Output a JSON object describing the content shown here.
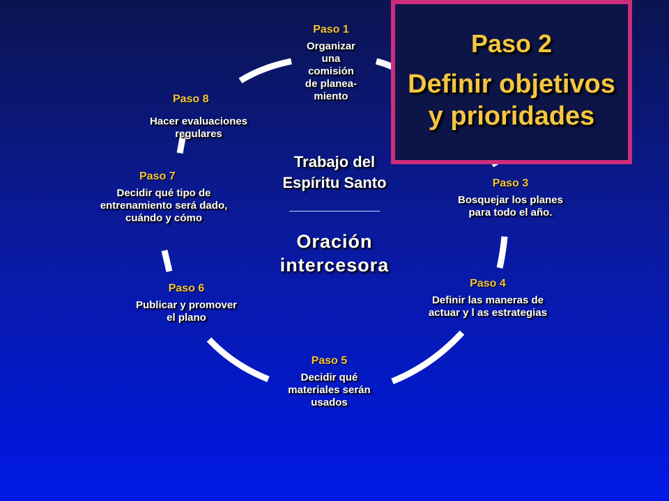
{
  "steps": [
    {
      "title": "Paso 1",
      "desc": [
        "Organizar",
        "una",
        "comisión",
        "de planea-",
        "miento"
      ]
    },
    {
      "title": "Paso 3",
      "desc": [
        "Bosquejar los planes",
        "para todo el año."
      ]
    },
    {
      "title": "Paso 4",
      "desc": [
        "Definir las maneras de",
        "actuar y l as estrategias"
      ]
    },
    {
      "title": "Paso 5",
      "desc": [
        "Decidir qué",
        "materiales serán",
        "usados"
      ]
    },
    {
      "title": "Paso 6",
      "desc": [
        "Publicar y promover",
        "el plano"
      ]
    },
    {
      "title": "Paso 7",
      "desc": [
        "Decidir qué tipo de",
        "entrenamiento será dado,",
        "cuándo y cómo"
      ]
    },
    {
      "title": "Paso 8",
      "desc": [
        "Hacer evaluaciones",
        "regulares"
      ]
    }
  ],
  "center": {
    "top": [
      "Trabajo del",
      "Espíritu Santo"
    ],
    "bottom": [
      "Oración",
      "intercesora"
    ]
  },
  "highlight": {
    "title": "Paso 2",
    "desc": [
      "Definir objetivos",
      "y prioridades"
    ]
  },
  "colors": {
    "accent": "#f5c542",
    "highlight_border": "#cc2e7b",
    "text": "#ffffff"
  }
}
